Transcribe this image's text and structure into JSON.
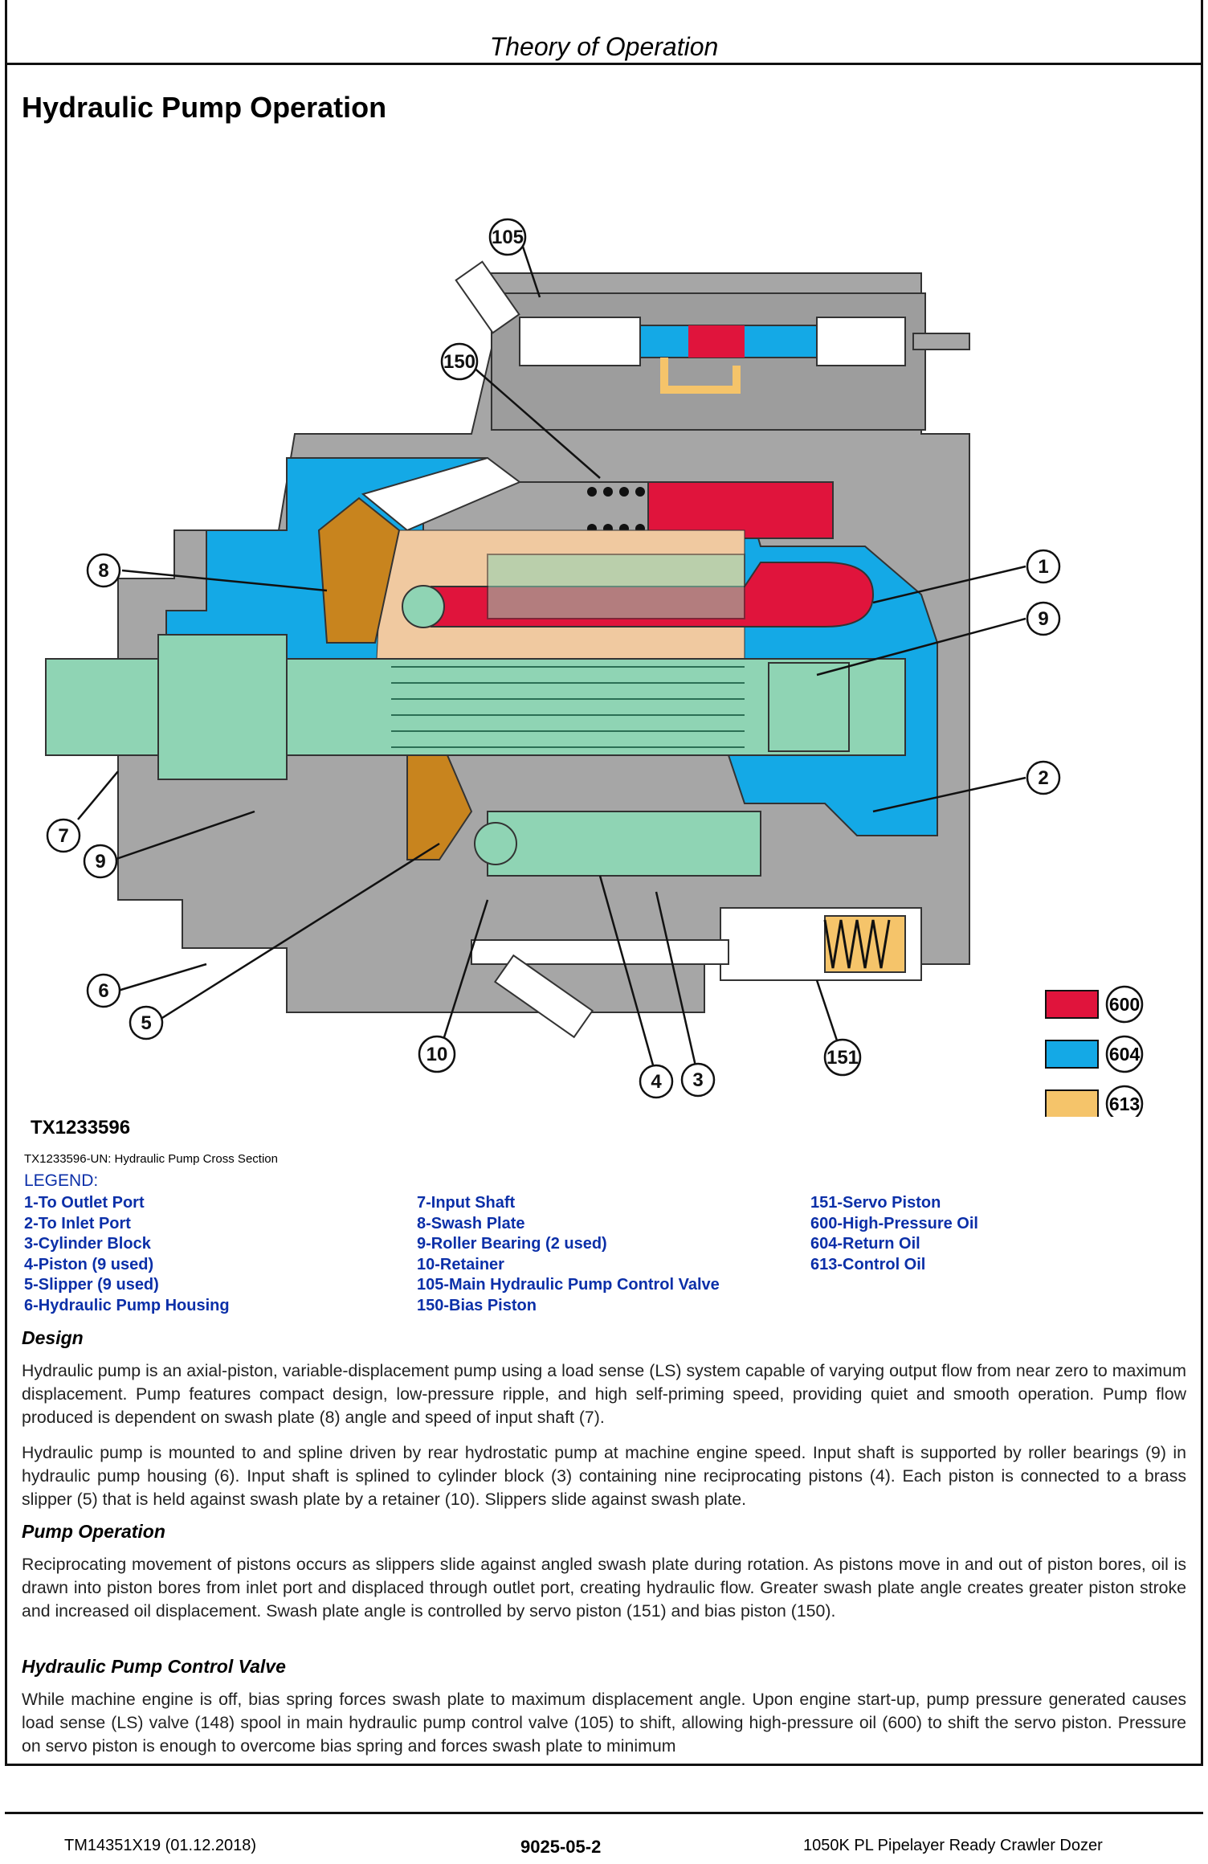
{
  "header": {
    "text": "Theory of Operation"
  },
  "page_title": "Hydraulic Pump Operation",
  "diagram": {
    "callouts": [
      "105",
      "150",
      "8",
      "1",
      "9",
      "7",
      "9",
      "2",
      "6",
      "5",
      "10",
      "4",
      "3",
      "151"
    ],
    "color_key": [
      {
        "label": "600",
        "color": "#e0143c"
      },
      {
        "label": "604",
        "color": "#14a9e6"
      },
      {
        "label": "613",
        "color": "#f5c46a"
      }
    ],
    "colors": {
      "housing": "#a6a6a6",
      "housing_dark": "#7d7d7d",
      "shaft": "#8fd4b4",
      "swash": "#c8841e",
      "brass": "#f0c9a0"
    }
  },
  "figure": {
    "id": "TX1233596",
    "caption": "TX1233596-UN: Hydraulic Pump Cross Section"
  },
  "legend": {
    "title": "LEGEND:",
    "col1": [
      "1-To Outlet Port",
      "2-To Inlet Port",
      "3-Cylinder Block",
      "4-Piston (9 used)",
      "5-Slipper (9 used)",
      "6-Hydraulic Pump Housing"
    ],
    "col2": [
      "7-Input Shaft",
      "8-Swash Plate",
      "9-Roller Bearing (2 used)",
      "10-Retainer",
      "105-Main Hydraulic Pump Control Valve",
      "150-Bias Piston"
    ],
    "col3": [
      "151-Servo Piston",
      "600-High-Pressure Oil",
      "604-Return Oil",
      "613-Control Oil"
    ]
  },
  "sections": {
    "design_heading": "Design",
    "design_p1": "Hydraulic pump is an axial-piston, variable-displacement pump using a load sense (LS) system capable of varying output flow from near zero to maximum displacement. Pump features compact design, low-pressure ripple, and high self-priming speed, providing quiet and smooth operation. Pump flow produced is dependent on swash plate (8) angle and speed of input shaft (7).",
    "design_p2": "Hydraulic pump is mounted to and spline driven by rear hydrostatic pump at machine engine speed. Input shaft is supported by roller bearings (9) in hydraulic pump housing (6). Input shaft is splined to cylinder block (3) containing nine reciprocating pistons (4). Each piston is connected to a brass slipper (5) that is held against swash plate by a retainer (10). Slippers slide against swash plate.",
    "pump_op_heading": "Pump Operation",
    "pump_op_p1": "Reciprocating movement of pistons occurs as slippers slide against angled swash plate during rotation. As pistons move in and out of piston bores, oil is drawn into piston bores from inlet port and displaced through outlet port, creating hydraulic flow. Greater swash plate angle creates greater piston stroke and increased oil displacement. Swash plate angle is controlled by servo piston (151) and bias piston (150).",
    "control_heading": "Hydraulic Pump Control Valve",
    "control_p1": "While machine engine is off, bias spring forces swash plate to maximum displacement angle. Upon engine start-up, pump pressure generated causes load sense (LS) valve (148) spool in main hydraulic pump control valve (105) to shift, allowing high-pressure oil (600) to shift the servo piston. Pressure on servo piston is enough to overcome bias spring and forces swash plate to minimum"
  },
  "footer": {
    "left": "TM14351X19 (01.12.2018)",
    "center": "9025-05-2",
    "right": "1050K PL Pipelayer Ready Crawler Dozer"
  }
}
